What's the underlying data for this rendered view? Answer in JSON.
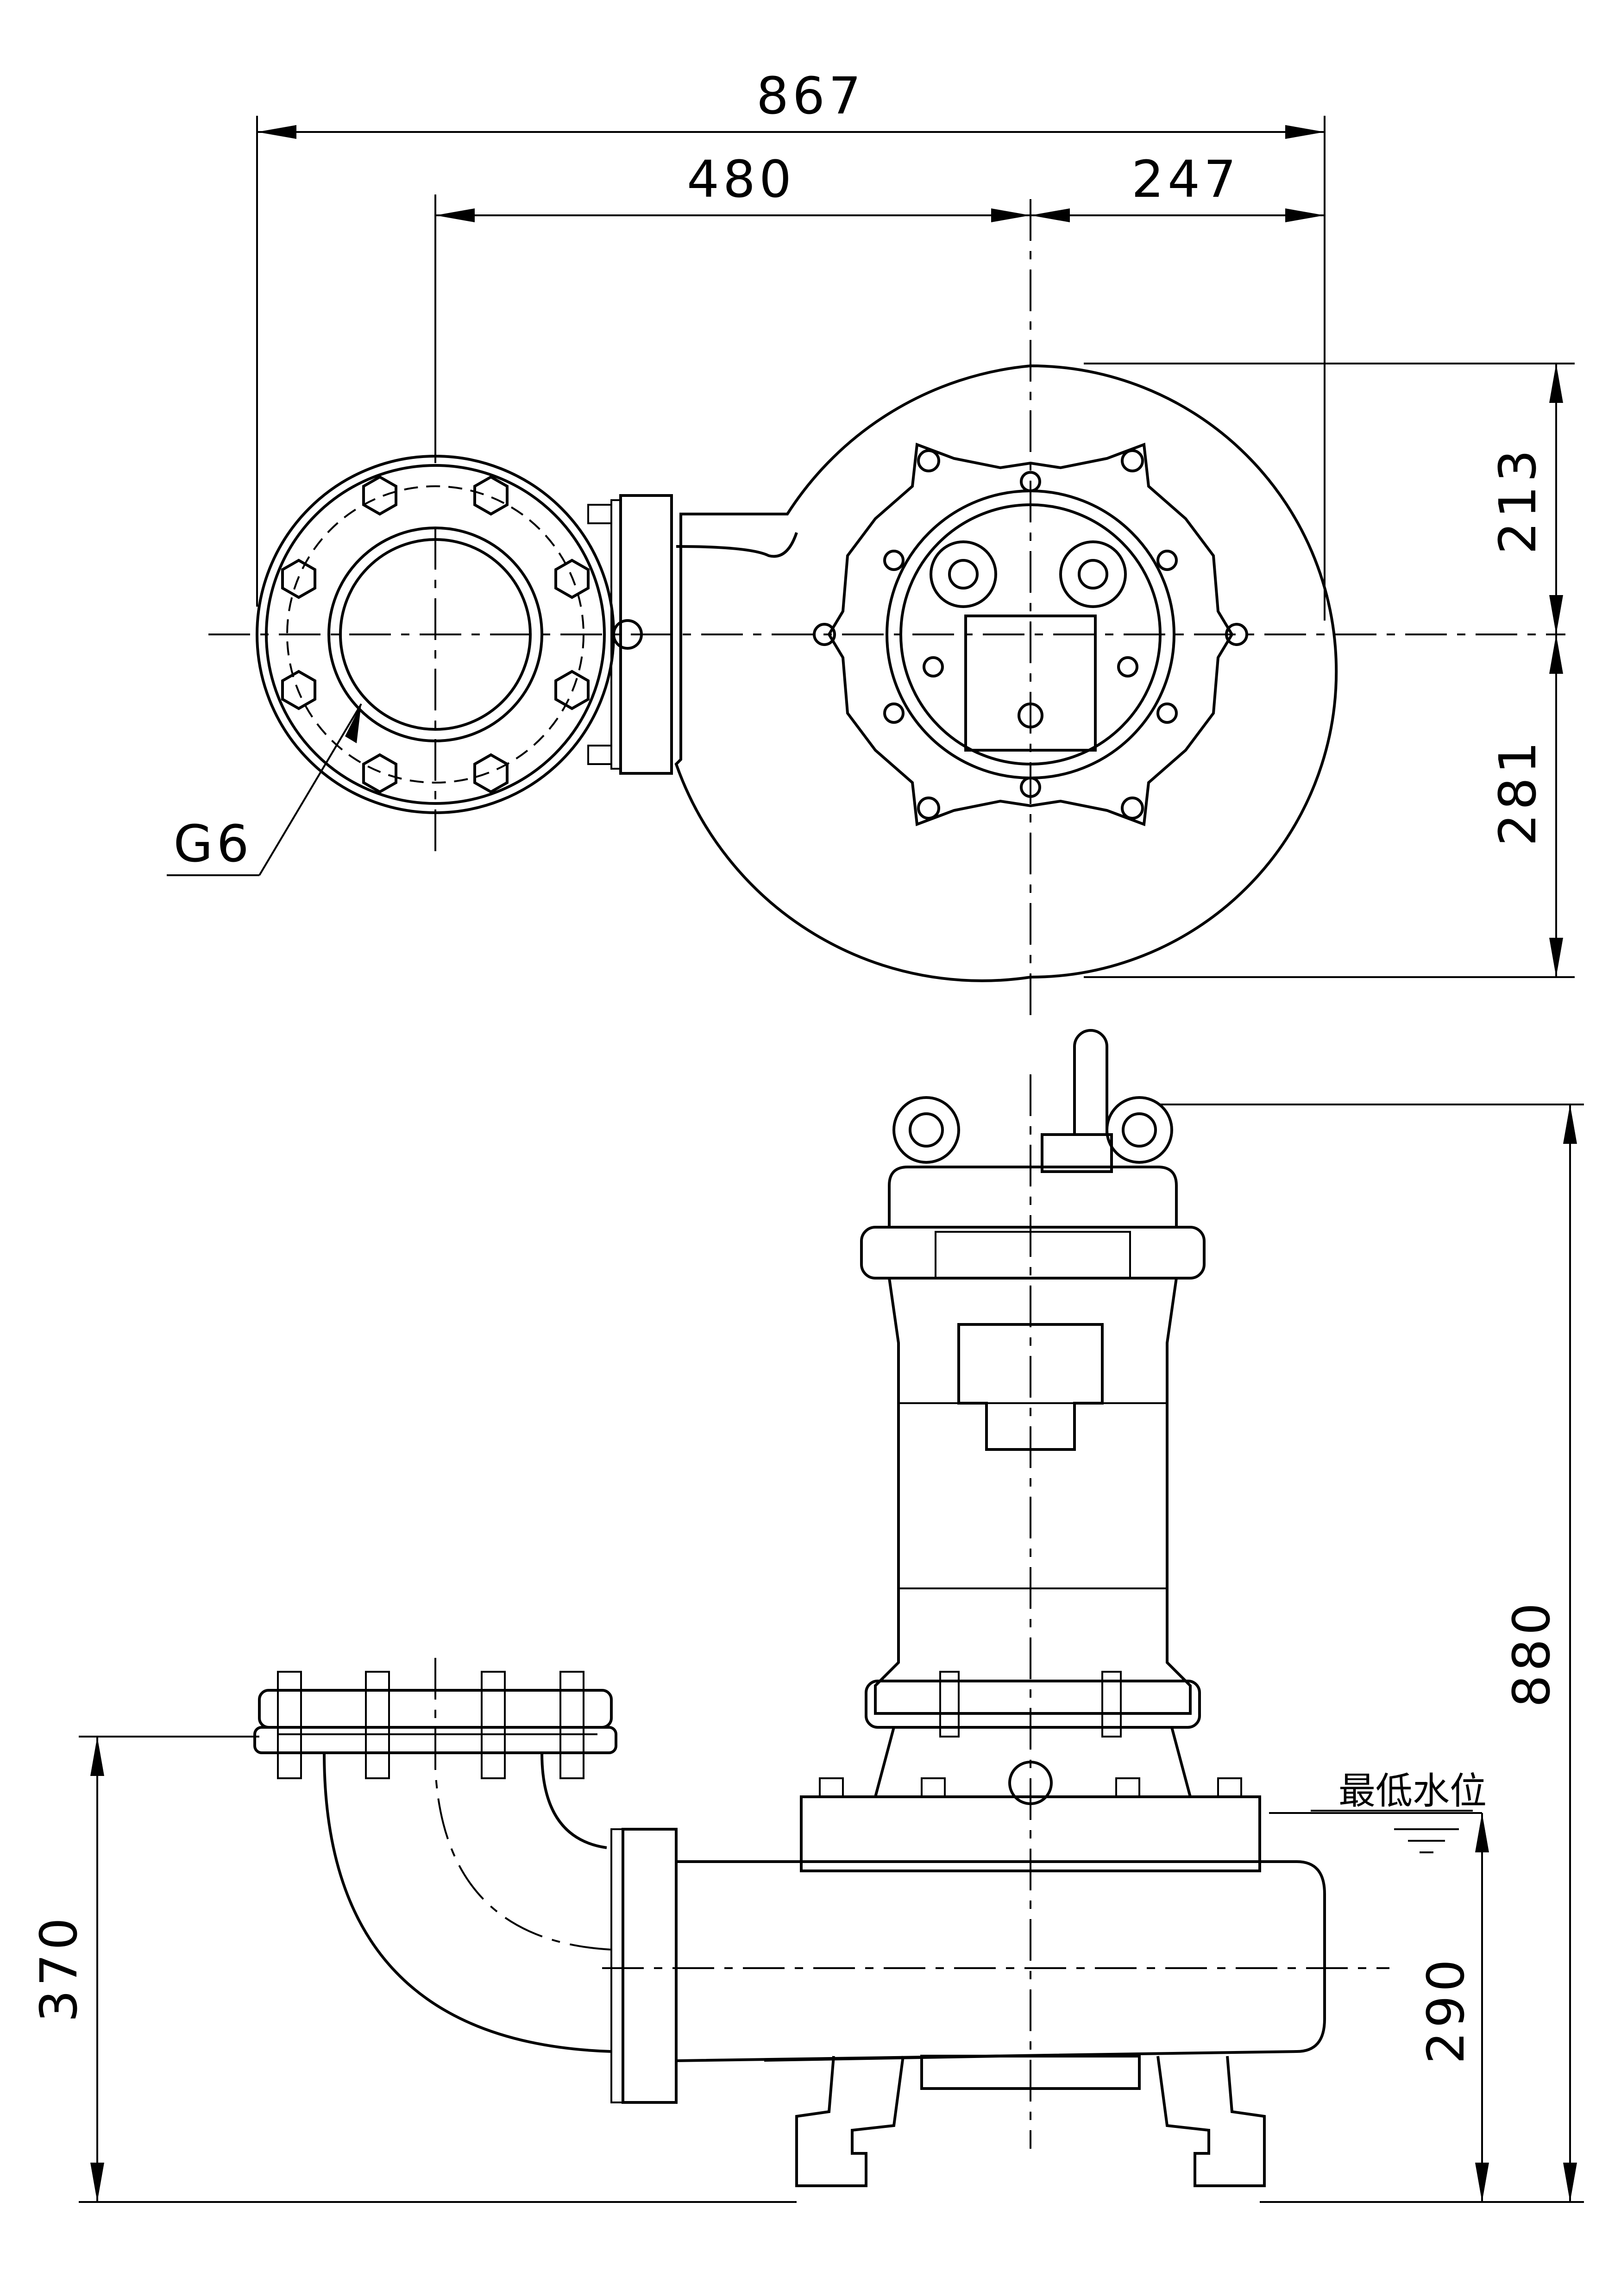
{
  "dimensions": {
    "overall_width": "867",
    "discharge_to_center": "480",
    "center_to_right": "247",
    "top_to_center": "213",
    "center_to_bottom": "281",
    "overall_height": "880",
    "flange_height": "370",
    "water_level_height": "290"
  },
  "labels": {
    "flange_callout": "G6",
    "min_water_level": "最低水位"
  },
  "colors": {
    "line": "#000000",
    "background": "#ffffff"
  }
}
